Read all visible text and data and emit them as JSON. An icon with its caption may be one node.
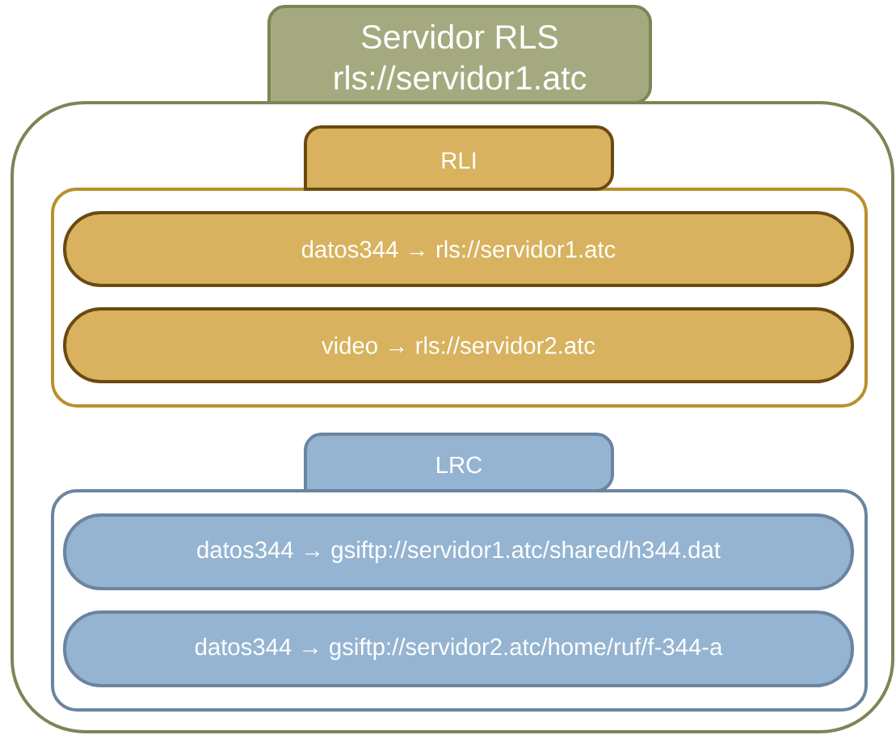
{
  "diagram": {
    "nodes": [
      {
        "text": [
          "Servidor RLS",
          "rls://servidor1.atc"
        ]
      },
      {
        "text": [
          "RLI"
        ],
        "in": 0
      },
      {
        "text": [
          "datos344 → rls://servidor1.atc"
        ],
        "in": 1
      },
      {
        "text": [
          "video → rls://servidor2.atc"
        ],
        "in": 1
      },
      {
        "text": [
          "LRC"
        ],
        "in": 0
      },
      {
        "text": [
          "datos344 → gsiftp://servidor1.atc/shared/h344.dat"
        ],
        "in": 4
      },
      {
        "text": [
          "datos344 → gsiftp://servidor2.atc/home/ruf/f-344-a"
        ],
        "in": 4
      }
    ]
  }
}
